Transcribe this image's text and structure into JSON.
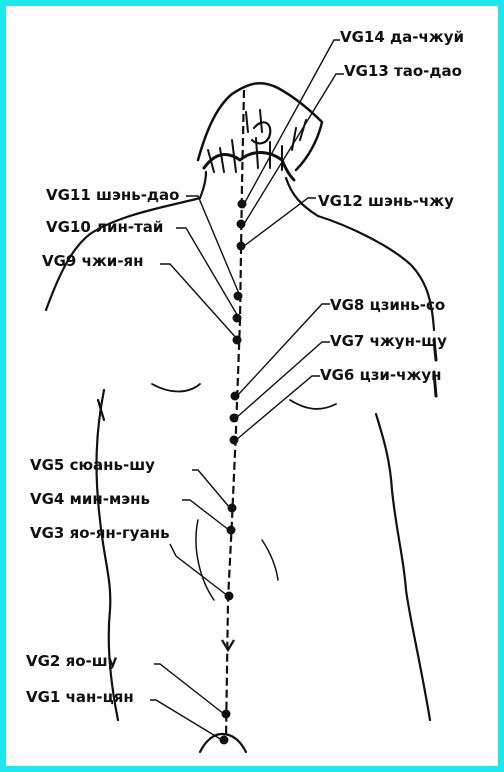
{
  "colors": {
    "frame": "#1ee8ee",
    "ink": "#111111",
    "background": "#ffffff"
  },
  "points": [
    {
      "id": "vg14",
      "label": "VG14 да-чжуй"
    },
    {
      "id": "vg13",
      "label": "VG13 тао-дао"
    },
    {
      "id": "vg11",
      "label": "VG11 шэнь-дао"
    },
    {
      "id": "vg12",
      "label": "VG12 шэнь-чжу"
    },
    {
      "id": "vg10",
      "label": "VG10 лин-тай"
    },
    {
      "id": "vg9",
      "label": "VG9 чжи-ян"
    },
    {
      "id": "vg8",
      "label": "VG8 цзинь-со"
    },
    {
      "id": "vg7",
      "label": "VG7 чжун-шу"
    },
    {
      "id": "vg6",
      "label": "VG6 цзи-чжун"
    },
    {
      "id": "vg5",
      "label": "VG5 сюань-шу"
    },
    {
      "id": "vg4",
      "label": "VG4 мин-мэнь"
    },
    {
      "id": "vg3",
      "label": "VG3 яо-ян-гуань"
    },
    {
      "id": "vg2",
      "label": "VG2 яо-шу"
    },
    {
      "id": "vg1",
      "label": "VG1 чан-цян"
    }
  ]
}
